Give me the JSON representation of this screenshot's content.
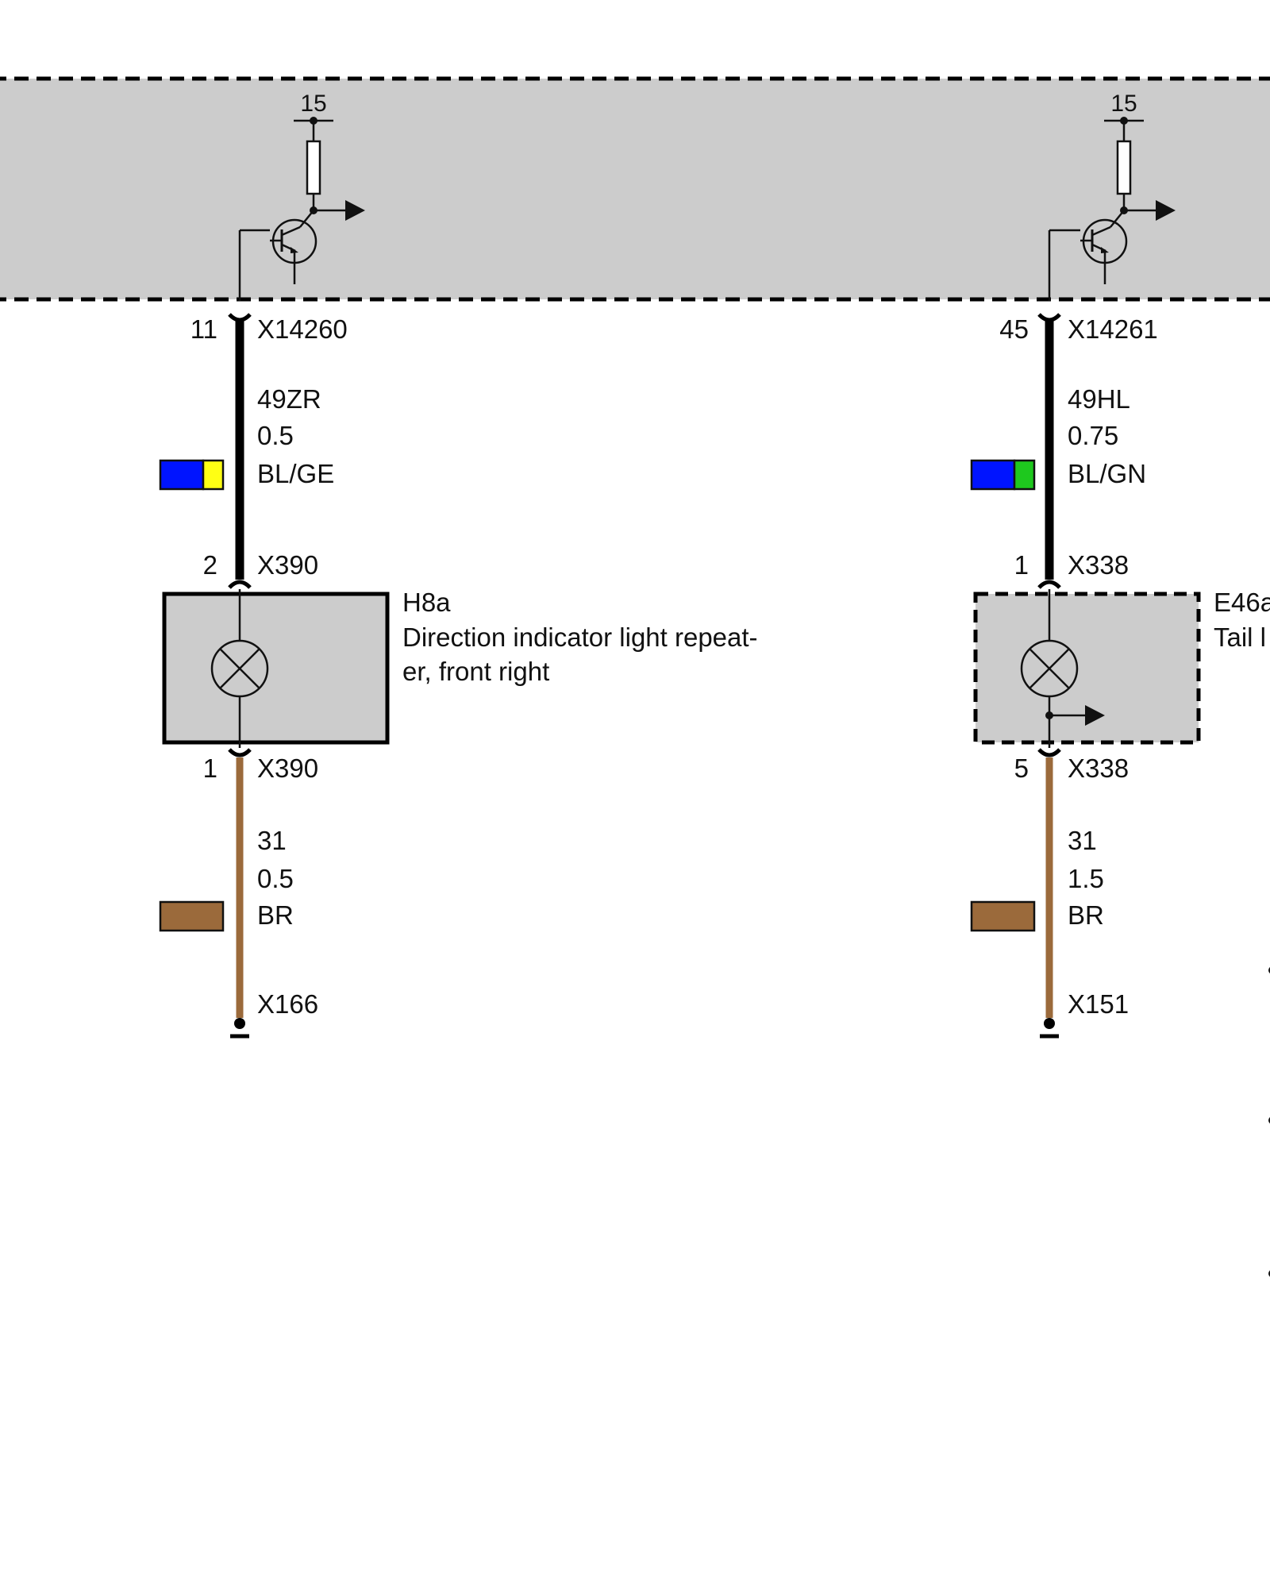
{
  "colors": {
    "module_fill": "#cccccc",
    "wire_black": "#000000",
    "wire_brown": "#9b6a3b",
    "blue": "#0014ff",
    "yellow": "#ffff14",
    "green": "#1ec81e",
    "brown": "#9b6a3b"
  },
  "circuits": [
    {
      "supply_label": "15",
      "module_connector": {
        "pin": "11",
        "name": "X14260"
      },
      "signal_wire": {
        "number": "49ZR",
        "size": "0.5",
        "color_code": "BL/GE"
      },
      "component_top": {
        "pin": "2",
        "name": "X390"
      },
      "component": {
        "id": "H8a",
        "line1": "Direction indicator light repeat-",
        "line2": "er, front right"
      },
      "component_bottom": {
        "pin": "1",
        "name": "X390"
      },
      "ground_wire": {
        "number": "31",
        "size": "0.5",
        "color_code": "BR"
      },
      "ground_point": "X166"
    },
    {
      "supply_label": "15",
      "module_connector": {
        "pin": "45",
        "name": "X14261"
      },
      "signal_wire": {
        "number": "49HL",
        "size": "0.75",
        "color_code": "BL/GN"
      },
      "component_top": {
        "pin": "1",
        "name": "X338"
      },
      "component": {
        "id": "E46a",
        "line1": "Tail l"
      },
      "component_bottom": {
        "pin": "5",
        "name": "X338"
      },
      "ground_wire": {
        "number": "31",
        "size": "1.5",
        "color_code": "BR"
      },
      "ground_point": "X151"
    }
  ]
}
